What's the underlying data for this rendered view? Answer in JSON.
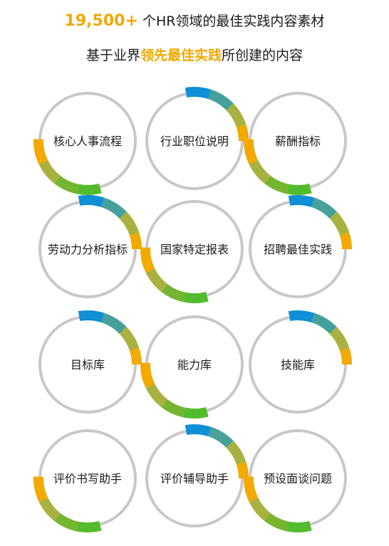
{
  "header": {
    "count": "19,500+",
    "count_suffix": " 个HR领域的最佳实践内容素材",
    "sub_prefix": "基于业界",
    "sub_highlight": "领先最佳实践",
    "sub_suffix": "所创建的内容"
  },
  "colors": {
    "ring": "#c8c8c8",
    "accent": "#f2a900",
    "segments": [
      "#0f8fd6",
      "#46a19a",
      "#a9b240",
      "#75b52f",
      "#52bc2c",
      "#f2a900"
    ]
  },
  "items": [
    {
      "label": "核心人事流程",
      "arc": "bottom-left"
    },
    {
      "label": "行业职位说明",
      "arc": "top-right"
    },
    {
      "label": "薪酬指标",
      "arc": "bottom-left"
    },
    {
      "label": "劳动力分析指标",
      "arc": "top-right"
    },
    {
      "label": "国家特定报表",
      "arc": "bottom-left"
    },
    {
      "label": "招聘最佳实践",
      "arc": "top-right"
    },
    {
      "label": "目标库",
      "arc": "top-right"
    },
    {
      "label": "能力库",
      "arc": "bottom-left"
    },
    {
      "label": "技能库",
      "arc": "top-right"
    },
    {
      "label": "评价书写助手",
      "arc": "bottom-left"
    },
    {
      "label": "评价辅导助手",
      "arc": "top-right"
    },
    {
      "label": "预设面谈问题",
      "arc": "bottom-left"
    }
  ]
}
